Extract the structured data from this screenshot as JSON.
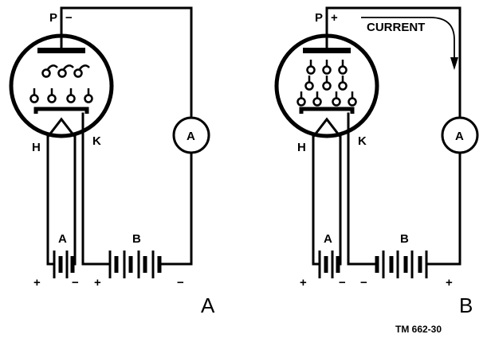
{
  "figure_note": "TM 662-30",
  "panels": [
    {
      "caption": "A",
      "plate_label": "P",
      "plate_polarity": "−",
      "heater_label": "H",
      "cathode_label": "K",
      "meter_label": "A",
      "battery_a": {
        "label": "A",
        "left_sign": "+",
        "right_sign": "−"
      },
      "battery_b": {
        "label": "B",
        "left_sign": "+",
        "right_sign": "−"
      }
    },
    {
      "caption": "B",
      "plate_label": "P",
      "plate_polarity": "+",
      "current_label": "CURRENT",
      "heater_label": "H",
      "cathode_label": "K",
      "meter_label": "A",
      "battery_a": {
        "label": "A",
        "left_sign": "+",
        "right_sign": "−"
      },
      "battery_b": {
        "label": "B",
        "left_sign": "−",
        "right_sign": "+"
      }
    }
  ]
}
